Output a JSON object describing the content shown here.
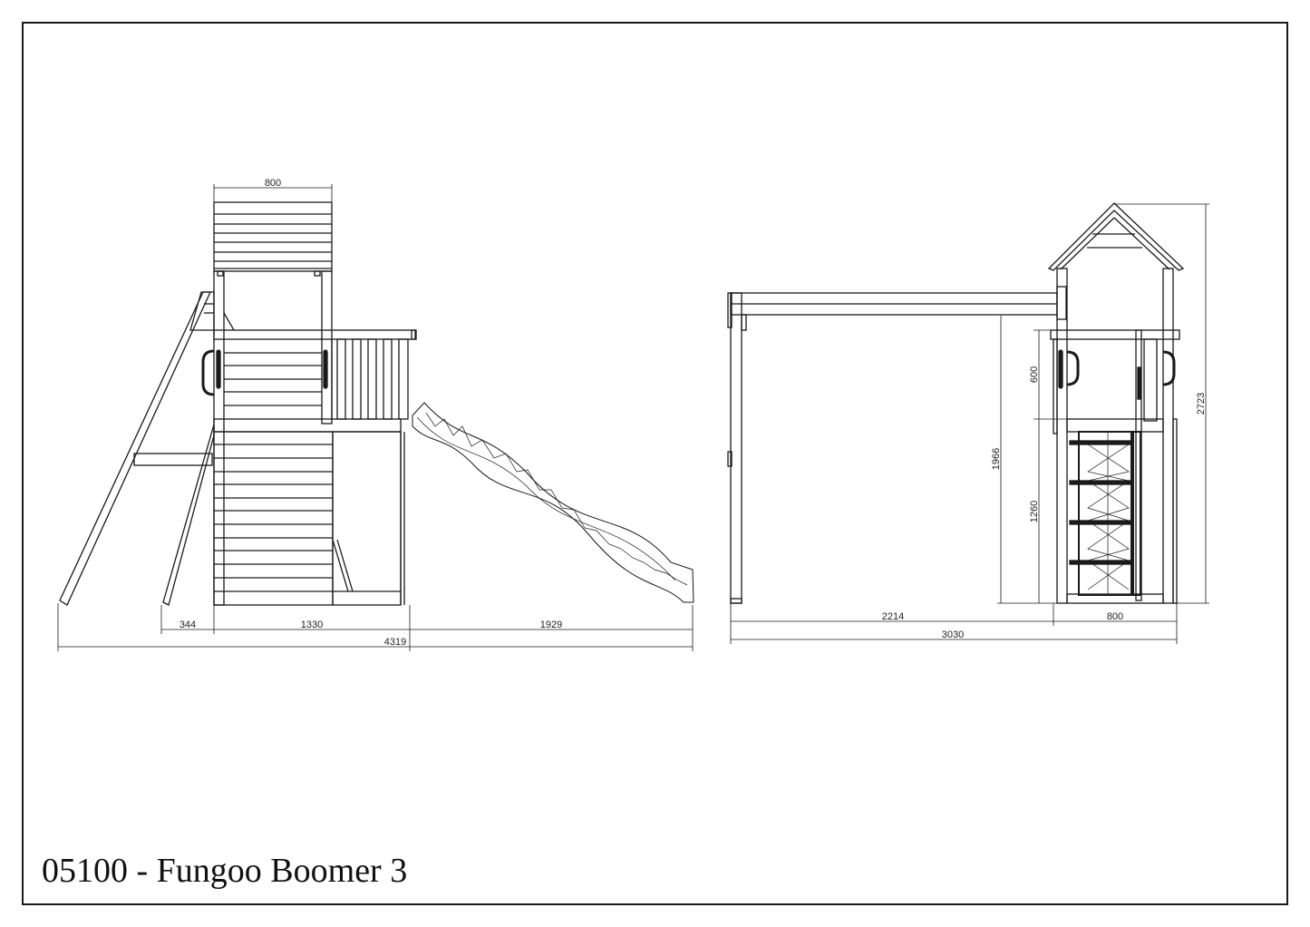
{
  "title": "05100 - Fungoo Boomer 3",
  "views": {
    "side_view": {
      "dimensions": {
        "top_width": "800",
        "ladder_offset": "344",
        "tower_width": "1330",
        "slide_length": "1929",
        "total_length": "4319"
      }
    },
    "front_view": {
      "dimensions": {
        "swing_beam_length": "2214",
        "tower_width": "800",
        "total_width": "3030",
        "total_height": "2723",
        "beam_height": "1966",
        "railing_height": "600",
        "platform_height": "1260"
      }
    }
  },
  "colors": {
    "line": "#1a1a1a",
    "background": "#ffffff"
  }
}
